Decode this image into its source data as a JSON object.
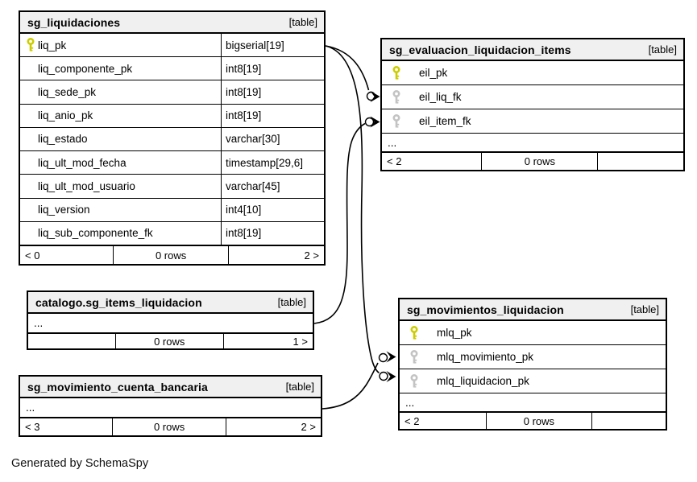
{
  "diagram": {
    "generated_by": "Generated by SchemaSpy"
  },
  "colors": {
    "primary_key": "#cccc00",
    "foreign_key": "#c3c3c3",
    "header_bg": "#f0f0f0",
    "border": "#000000"
  },
  "tables": {
    "sg_liquidaciones": {
      "name": "sg_liquidaciones",
      "tag": "[table]",
      "columns": [
        {
          "name": "liq_pk",
          "type": "bigserial[19]",
          "key": "pk"
        },
        {
          "name": "liq_componente_pk",
          "type": "int8[19]",
          "key": ""
        },
        {
          "name": "liq_sede_pk",
          "type": "int8[19]",
          "key": ""
        },
        {
          "name": "liq_anio_pk",
          "type": "int8[19]",
          "key": ""
        },
        {
          "name": "liq_estado",
          "type": "varchar[30]",
          "key": ""
        },
        {
          "name": "liq_ult_mod_fecha",
          "type": "timestamp[29,6]",
          "key": ""
        },
        {
          "name": "liq_ult_mod_usuario",
          "type": "varchar[45]",
          "key": ""
        },
        {
          "name": "liq_version",
          "type": "int4[10]",
          "key": ""
        },
        {
          "name": "liq_sub_componente_fk",
          "type": "int8[19]",
          "key": ""
        }
      ],
      "footer": {
        "left": "< 0",
        "center": "0 rows",
        "right": "2 >"
      }
    },
    "sg_evaluacion_liquidacion_items": {
      "name": "sg_evaluacion_liquidacion_items",
      "tag": "[table]",
      "columns": [
        {
          "name": "eil_pk",
          "key": "pk"
        },
        {
          "name": "eil_liq_fk",
          "key": "fk"
        },
        {
          "name": "eil_item_fk",
          "key": "fk"
        }
      ],
      "dots": "...",
      "footer": {
        "left": "< 2",
        "center": "0 rows",
        "right": ""
      }
    },
    "catalogo_sg_items_liquidacion": {
      "name": "catalogo.sg_items_liquidacion",
      "tag": "[table]",
      "dots": "...",
      "footer": {
        "left": "",
        "center": "0 rows",
        "right": "1 >"
      }
    },
    "sg_movimiento_cuenta_bancaria": {
      "name": "sg_movimiento_cuenta_bancaria",
      "tag": "[table]",
      "dots": "...",
      "footer": {
        "left": "< 3",
        "center": "0 rows",
        "right": "2 >"
      }
    },
    "sg_movimientos_liquidacion": {
      "name": "sg_movimientos_liquidacion",
      "tag": "[table]",
      "columns": [
        {
          "name": "mlq_pk",
          "key": "pk"
        },
        {
          "name": "mlq_movimiento_pk",
          "key": "fk"
        },
        {
          "name": "mlq_liquidacion_pk",
          "key": "fk"
        }
      ],
      "dots": "...",
      "footer": {
        "left": "< 2",
        "center": "0 rows",
        "right": ""
      }
    }
  },
  "relationships": [
    {
      "from": "sg_liquidaciones.liq_pk",
      "to": "sg_evaluacion_liquidacion_items.eil_liq_fk"
    },
    {
      "from": "sg_liquidaciones.liq_pk",
      "to": "sg_movimientos_liquidacion.mlq_liquidacion_pk"
    },
    {
      "from": "catalogo.sg_items_liquidacion",
      "to": "sg_evaluacion_liquidacion_items.eil_item_fk"
    },
    {
      "from": "sg_movimiento_cuenta_bancaria",
      "to": "sg_movimientos_liquidacion.mlq_movimiento_pk"
    }
  ]
}
